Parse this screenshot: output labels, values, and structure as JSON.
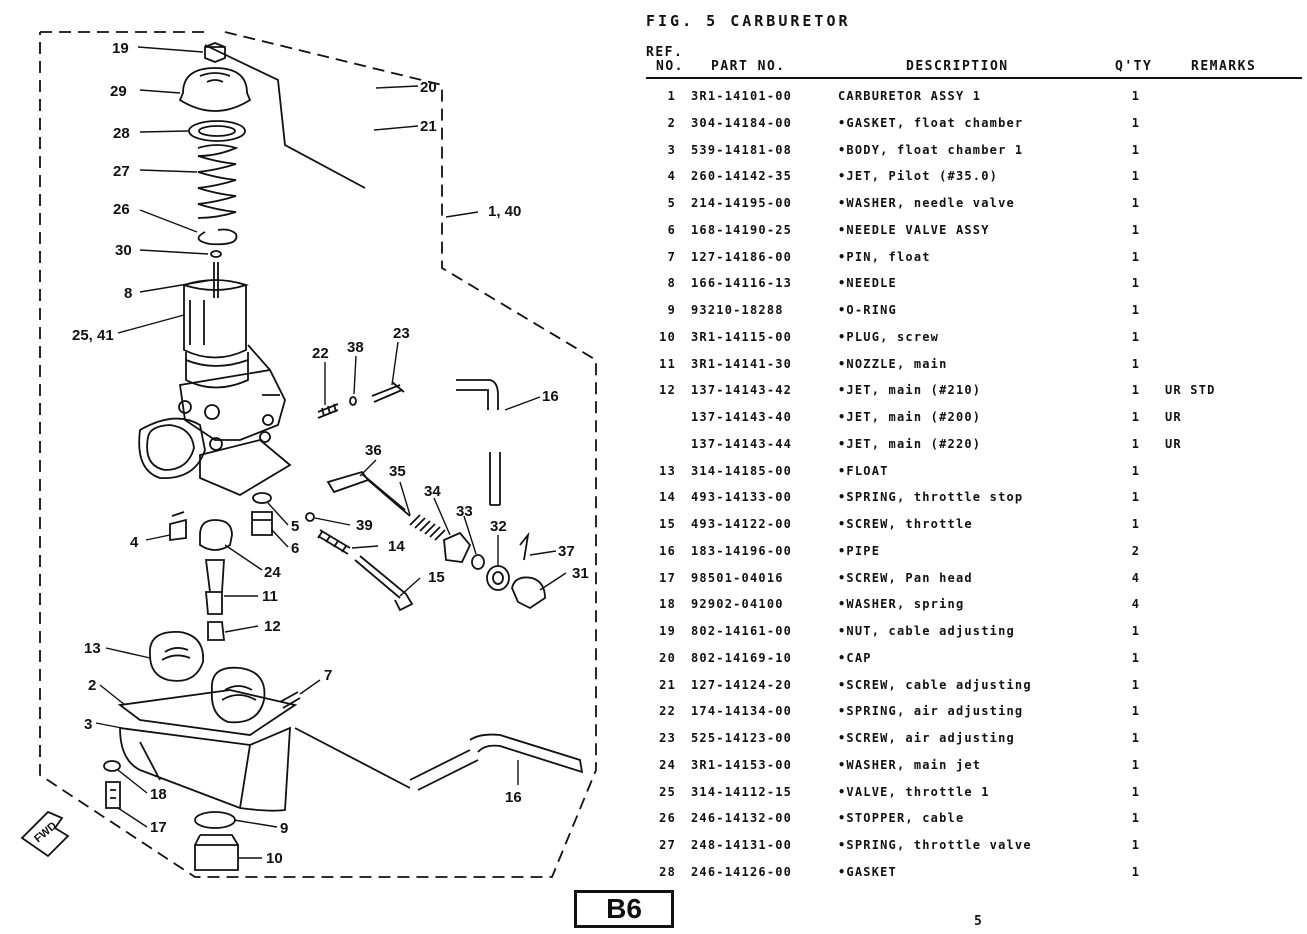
{
  "figure": {
    "title": "FIG. 5 CARBURETOR"
  },
  "table": {
    "headers": {
      "ref": "REF.",
      "no": "NO.",
      "part": "PART NO.",
      "description": "DESCRIPTION",
      "qty": "Q'TY",
      "remarks": "REMARKS"
    },
    "rows": [
      {
        "ref": "1",
        "part": "3R1-14101-00",
        "desc": "CARBURETOR ASSY 1",
        "qty": "1",
        "remarks": ""
      },
      {
        "ref": "2",
        "part": "304-14184-00",
        "desc": "•GASKET, float chamber",
        "qty": "1",
        "remarks": ""
      },
      {
        "ref": "3",
        "part": "539-14181-08",
        "desc": "•BODY, float chamber 1",
        "qty": "1",
        "remarks": ""
      },
      {
        "ref": "4",
        "part": "260-14142-35",
        "desc": "•JET, Pilot (#35.0)",
        "qty": "1",
        "remarks": ""
      },
      {
        "ref": "5",
        "part": "214-14195-00",
        "desc": "•WASHER, needle valve",
        "qty": "1",
        "remarks": ""
      },
      {
        "ref": "6",
        "part": "168-14190-25",
        "desc": "•NEEDLE VALVE ASSY",
        "qty": "1",
        "remarks": ""
      },
      {
        "ref": "7",
        "part": "127-14186-00",
        "desc": "•PIN, float",
        "qty": "1",
        "remarks": ""
      },
      {
        "ref": "8",
        "part": "166-14116-13",
        "desc": "•NEEDLE",
        "qty": "1",
        "remarks": ""
      },
      {
        "ref": "9",
        "part": "93210-18288",
        "desc": "•O-RING",
        "qty": "1",
        "remarks": ""
      },
      {
        "ref": "10",
        "part": "3R1-14115-00",
        "desc": "•PLUG, screw",
        "qty": "1",
        "remarks": ""
      },
      {
        "ref": "11",
        "part": "3R1-14141-30",
        "desc": "•NOZZLE, main",
        "qty": "1",
        "remarks": ""
      },
      {
        "ref": "12",
        "part": "137-14143-42",
        "desc": "•JET, main (#210)",
        "qty": "1",
        "remarks": "UR STD"
      },
      {
        "ref": "",
        "part": "137-14143-40",
        "desc": "•JET, main (#200)",
        "qty": "1",
        "remarks": "UR"
      },
      {
        "ref": "",
        "part": "137-14143-44",
        "desc": "•JET, main (#220)",
        "qty": "1",
        "remarks": "UR"
      },
      {
        "ref": "13",
        "part": "314-14185-00",
        "desc": "•FLOAT",
        "qty": "1",
        "remarks": ""
      },
      {
        "ref": "14",
        "part": "493-14133-00",
        "desc": "•SPRING, throttle stop",
        "qty": "1",
        "remarks": ""
      },
      {
        "ref": "15",
        "part": "493-14122-00",
        "desc": "•SCREW, throttle",
        "qty": "1",
        "remarks": ""
      },
      {
        "ref": "16",
        "part": "183-14196-00",
        "desc": "•PIPE",
        "qty": "2",
        "remarks": ""
      },
      {
        "ref": "17",
        "part": "98501-04016",
        "desc": "•SCREW, Pan head",
        "qty": "4",
        "remarks": ""
      },
      {
        "ref": "18",
        "part": "92902-04100",
        "desc": "•WASHER, spring",
        "qty": "4",
        "remarks": ""
      },
      {
        "ref": "19",
        "part": "802-14161-00",
        "desc": "•NUT, cable adjusting",
        "qty": "1",
        "remarks": ""
      },
      {
        "ref": "20",
        "part": "802-14169-10",
        "desc": "•CAP",
        "qty": "1",
        "remarks": ""
      },
      {
        "ref": "21",
        "part": "127-14124-20",
        "desc": "•SCREW, cable adjusting",
        "qty": "1",
        "remarks": ""
      },
      {
        "ref": "22",
        "part": "174-14134-00",
        "desc": "•SPRING, air adjusting",
        "qty": "1",
        "remarks": ""
      },
      {
        "ref": "23",
        "part": "525-14123-00",
        "desc": "•SCREW, air adjusting",
        "qty": "1",
        "remarks": ""
      },
      {
        "ref": "24",
        "part": "3R1-14153-00",
        "desc": "•WASHER, main jet",
        "qty": "1",
        "remarks": ""
      },
      {
        "ref": "25",
        "part": "314-14112-15",
        "desc": "•VALVE, throttle 1",
        "qty": "1",
        "remarks": ""
      },
      {
        "ref": "26",
        "part": "246-14132-00",
        "desc": "•STOPPER, cable",
        "qty": "1",
        "remarks": ""
      },
      {
        "ref": "27",
        "part": "248-14131-00",
        "desc": "•SPRING, throttle valve",
        "qty": "1",
        "remarks": ""
      },
      {
        "ref": "28",
        "part": "246-14126-00",
        "desc": "•GASKET",
        "qty": "1",
        "remarks": ""
      }
    ]
  },
  "diagram": {
    "labels": {
      "l19": "19",
      "l29": "29",
      "l28": "28",
      "l27": "27",
      "l26": "26",
      "l30": "30",
      "l8": "8",
      "l2541": "25, 41",
      "l20": "20",
      "l21": "21",
      "l140": "1, 40",
      "l22": "22",
      "l38": "38",
      "l23": "23",
      "l16a": "16",
      "l36": "36",
      "l35": "35",
      "l34": "34",
      "l33": "33",
      "l32": "32",
      "l37": "37",
      "l31": "31",
      "l39": "39",
      "l5": "5",
      "l6": "6",
      "l4": "4",
      "l24": "24",
      "l14": "14",
      "l15": "15",
      "l11": "11",
      "l12": "12",
      "l13": "13",
      "l7": "7",
      "l2": "2",
      "l3": "3",
      "l18": "18",
      "l17": "17",
      "l9": "9",
      "l10": "10",
      "l16b": "16",
      "fwd": "FWD"
    }
  },
  "footer": {
    "plate": "B6",
    "page": "5"
  }
}
